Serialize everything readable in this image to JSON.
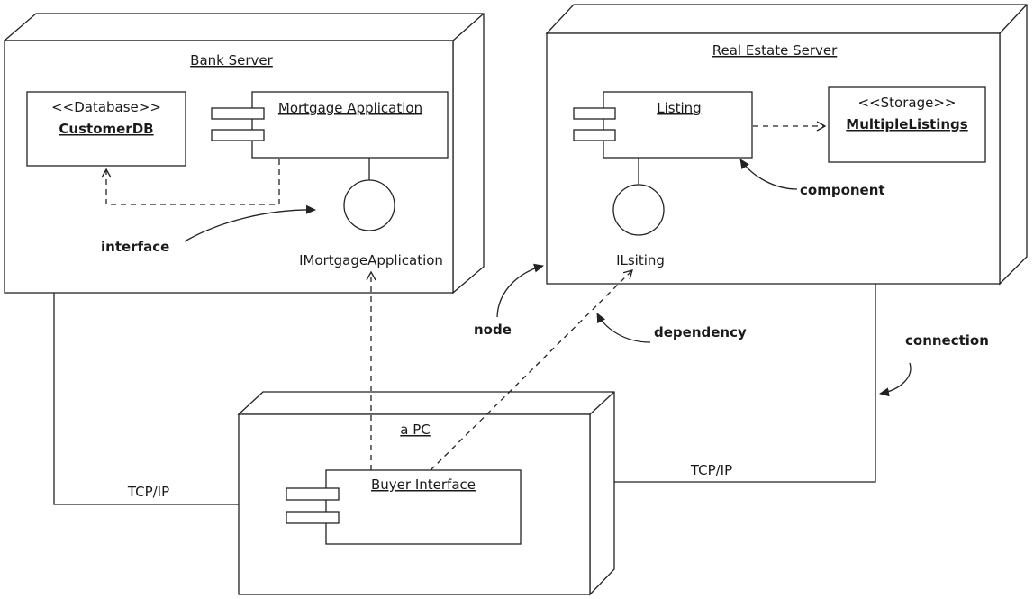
{
  "nodes": {
    "bank_server": "Bank Server",
    "real_estate_server": "Real Estate Server",
    "pc": "a PC"
  },
  "components": {
    "mortgage_application": "Mortgage Application",
    "listing": "Listing",
    "buyer_interface": "Buyer Interface"
  },
  "artifacts": {
    "customer_db_stereotype": "<<Database>>",
    "customer_db_name": "CustomerDB",
    "multiple_listings_stereotype": "<<Storage>>",
    "multiple_listings_name": "MultipleListings"
  },
  "interfaces": {
    "imortgage": "IMortgageApplication",
    "ilisting": "ILsiting"
  },
  "connections": {
    "left_protocol": "TCP/IP",
    "right_protocol": "TCP/IP"
  },
  "annotations": {
    "interface": "interface",
    "component": "component",
    "node": "node",
    "dependency": "dependency",
    "connection": "connection"
  }
}
